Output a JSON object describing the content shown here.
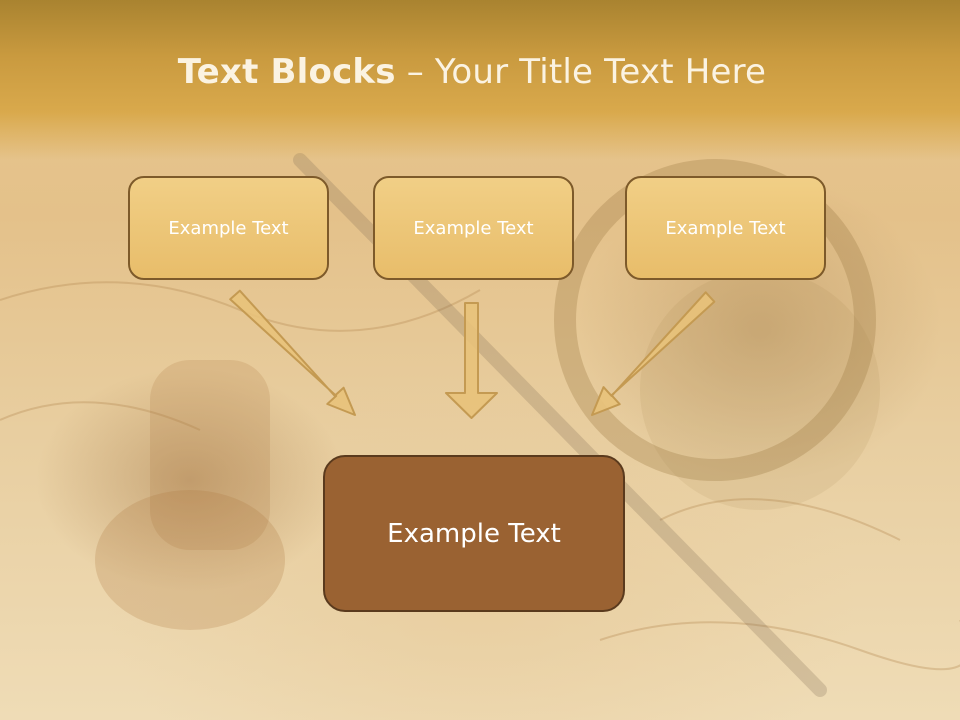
{
  "slide": {
    "title_bold": "Text Blocks",
    "title_sep": " – ",
    "title_rest": "Your Title Text Here",
    "blocks": [
      {
        "label": "Example Text"
      },
      {
        "label": "Example Text"
      },
      {
        "label": "Example Text"
      }
    ],
    "result_block": {
      "label": "Example Text"
    }
  },
  "colors": {
    "header": "#d9a94c",
    "block_fill": "#ecc578",
    "block_border": "#7d5a2a",
    "result_fill": "#9a6232",
    "arrow_fill": "#e8c27a"
  }
}
